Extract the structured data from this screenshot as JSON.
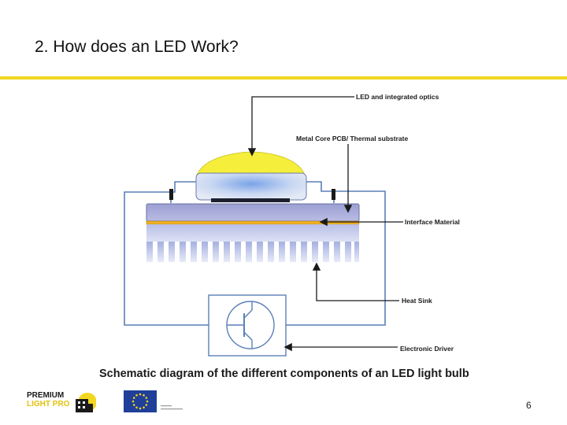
{
  "slide": {
    "title": "2. How does an LED Work?",
    "page_number": "6"
  },
  "diagram": {
    "labels": {
      "led_optics": "LED and integrated optics",
      "metal_core_pcb": "Metal Core PCB/ Thermal substrate",
      "interface_material": "Interface Material",
      "heat_sink": "Heat Sink",
      "electronic_driver": "Electronic Driver"
    },
    "caption": "Schematic diagram of the different components of an LED light bulb"
  },
  "footer": {
    "logo_line1": "PREMIUM",
    "logo_line2": "LIGHT PRO"
  },
  "colors": {
    "accent_yellow": "#f2d61f",
    "wire_blue": "#5b7fb8",
    "dome_yellow": "#f5ee3a",
    "interface_orange": "#f0b020"
  }
}
